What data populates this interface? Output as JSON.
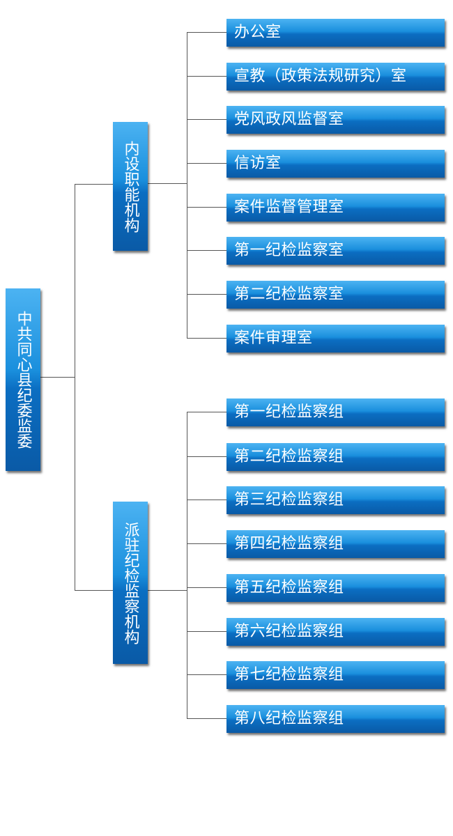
{
  "root": {
    "label": "中共同心县纪委监委"
  },
  "branches": [
    {
      "label": "内设职能机构",
      "children": [
        "办公室",
        "宣教（政策法规研究）室",
        "党风政风监督室",
        "信访室",
        "案件监督管理室",
        "第一纪检监察室",
        "第二纪检监察室",
        "案件审理室"
      ]
    },
    {
      "label": "派驻纪检监察机构",
      "children": [
        "第一纪检监察组",
        "第二纪检监察组",
        "第三纪检监察组",
        "第四纪检监察组",
        "第五纪检监察组",
        "第六纪检监察组",
        "第七纪检监察组",
        "第八纪检监察组"
      ]
    }
  ],
  "colors": {
    "box_top": "#4cb3f2",
    "box_bottom": "#0a5aa6",
    "text": "#ffffff",
    "connector": "#555555"
  }
}
